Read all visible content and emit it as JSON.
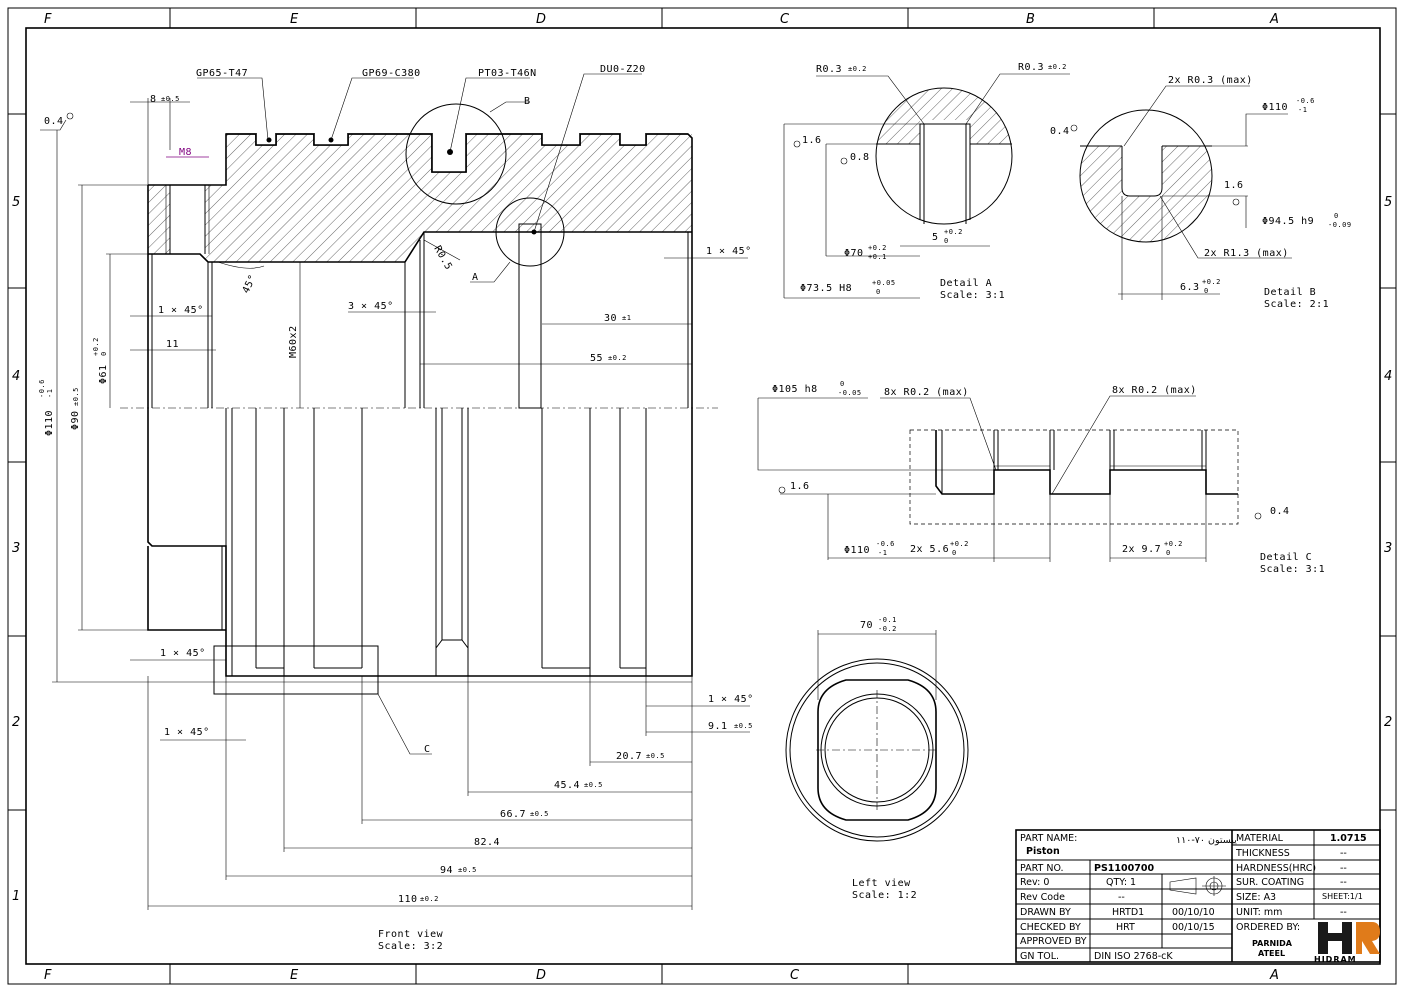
{
  "border": {
    "columns_top": [
      "F",
      "E",
      "D",
      "C",
      "B",
      "A"
    ],
    "columns_bottom": [
      "F",
      "E",
      "D",
      "C",
      "A"
    ],
    "rows": [
      "5",
      "4",
      "3",
      "2",
      "1"
    ]
  },
  "front_view": {
    "callouts": [
      "GP65-T47",
      "GP69-C380",
      "PT03-T46N",
      "DU0-Z20",
      "B",
      "A",
      "C"
    ],
    "dims": {
      "top_width": "8",
      "top_width_tol": "±0.5",
      "thread_top": "M8",
      "flatness_top": "0.4",
      "chamfer_right_top": "1 × 45°",
      "radius": "R0.5",
      "angle": "45°",
      "thread_main": "M60x2",
      "chamfer_left": "1 × 45°",
      "length_11": "11",
      "chamfer_mid": "3 × 45°",
      "d30": "30",
      "d30_tol": "±1",
      "d55": "55",
      "d55_tol": "±0.2",
      "dia110": "Φ110",
      "dia110_tol_up": "-0.6",
      "dia110_tol_dn": "-1",
      "dia90": "Φ90",
      "dia90_tol": "±0.5",
      "dia61": "Φ61",
      "dia61_tol_up": "+0.2",
      "dia61_tol_dn": "0",
      "chamfer_bottom_left": "1 × 45°",
      "chamfer_bottom_right": "1 × 45°",
      "chamfer_bottom_low": "1 × 45°",
      "d91": "9.1",
      "d91_tol": "±0.5",
      "d207": "20.7",
      "d207_tol": "±0.5",
      "d454": "45.4",
      "d454_tol": "±0.5",
      "d667": "66.7",
      "d667_tol": "±0.5",
      "d824": "82.4",
      "d94": "94",
      "d94_tol": "±0.5",
      "d110": "110",
      "d110_tol": "±0.2"
    },
    "caption": "Front view",
    "scale": "Scale:  3:2"
  },
  "detail_a": {
    "r_left": "R0.3",
    "r_left_tol": "±0.2",
    "r_right": "R0.3",
    "r_right_tol": "±0.2",
    "rough1": "1.6",
    "rough2": "0.8",
    "d70": "Φ70",
    "d70_tol_up": "+0.2",
    "d70_tol_dn": "+0.1",
    "w5": "5",
    "w5_tol_up": "+0.2",
    "w5_tol_dn": "0",
    "d735": "Φ73.5 H8",
    "d735_tol_up": "+0.05",
    "d735_tol_dn": "0",
    "caption": "Detail A",
    "scale": "Scale:  3:1"
  },
  "detail_b": {
    "r_top": "2x R0.3 (max)",
    "d110": "Φ110",
    "d110_tol_up": "-0.6",
    "d110_tol_dn": "-1",
    "flat": "0.4",
    "rough": "1.6",
    "d945": "Φ94.5 h9",
    "d945_tol_up": "0",
    "d945_tol_dn": "-0.09",
    "r_bottom": "2x R1.3 (max)",
    "w63": "6.3",
    "w63_tol_up": "+0.2",
    "w63_tol_dn": "0",
    "caption": "Detail B",
    "scale": "Scale:  2:1"
  },
  "detail_c": {
    "d105": "Φ105 h8",
    "d105_tol_up": "0",
    "d105_tol_dn": "-0.05",
    "r_left": "8x R0.2 (max)",
    "r_right": "8x R0.2 (max)",
    "rough": "1.6",
    "flat": "0.4",
    "d110": "Φ110",
    "d110_tol_up": "-0.6",
    "d110_tol_dn": "-1",
    "w56": "2x 5.6",
    "w56_tol_up": "+0.2",
    "w56_tol_dn": "0",
    "w97": "2x 9.7",
    "w97_tol_up": "+0.2",
    "w97_tol_dn": "0",
    "caption": "Detail C",
    "scale": "Scale:  3:1"
  },
  "left_view": {
    "d70": "70",
    "d70_tol_up": "-0.1",
    "d70_tol_dn": "-0.2",
    "caption": "Left view",
    "scale": "Scale:  1:2"
  },
  "title_block": {
    "part_name_label": "PART NAME:",
    "part_name": "Piston",
    "part_name_fa": "پیستون ۷۰-۱۱۰",
    "part_no_label": "PART NO.",
    "part_no": "PS1100700",
    "rev_label": "Rev: 0",
    "qty_label": "QTY: 1",
    "rev_code_label": "Rev Code",
    "rev_code": "--",
    "drawn_by_label": "DRAWN BY",
    "drawn_by": "HRTD1",
    "drawn_date": "00/10/10",
    "checked_by_label": "CHECKED BY",
    "checked_by": "HRT",
    "checked_date": "00/10/15",
    "approved_by_label": "APPROVED BY",
    "gn_tol_label": "GN TOL.",
    "gn_tol": "DIN ISO 2768-cK",
    "material_label": "MATERIAL",
    "material": "1.0715",
    "thickness_label": "THICKNESS",
    "thickness": "--",
    "hardness_label": "HARDNESS(HRC)",
    "hardness": "--",
    "coating_label": "SUR. COATING",
    "coating": "--",
    "size_label": "SIZE: A3",
    "sheet_label": "SHEET:1/1",
    "unit_label": "UNIT: mm",
    "unit_val": "--",
    "ordered_label": "ORDERED BY:",
    "ordered_by_1": "PARNIDA",
    "ordered_by_2": "ATEEL",
    "logo_text": "HIDRAM"
  }
}
